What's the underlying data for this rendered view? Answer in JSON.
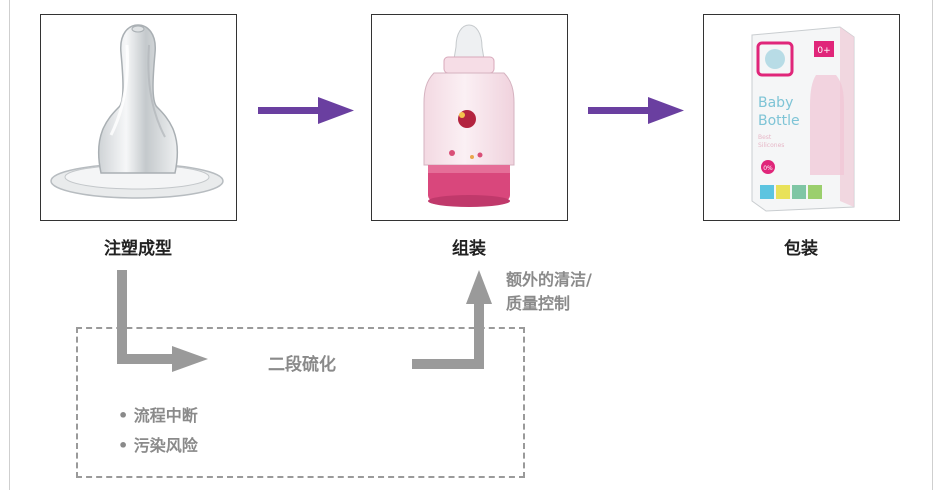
{
  "stages": [
    {
      "label": "注塑成型",
      "icon": "nipple-icon"
    },
    {
      "label": "组装",
      "icon": "baby-bottle-icon"
    },
    {
      "label": "包装",
      "icon": "boxed-bottle-icon"
    }
  ],
  "secondary_process": {
    "label": "二段硫化",
    "extra_step": "额外的清洁/\n质量控制",
    "risks": [
      "• 流程中断",
      "• 污染风险"
    ]
  },
  "package_text": {
    "title_line1": "Baby",
    "title_line2": "Bottle",
    "subtitle_line1": "Best",
    "subtitle_line2": "Silicones",
    "age_badge": "0+",
    "badge_pct": "0%"
  },
  "colors": {
    "flow_arrow": "#6a3fa0",
    "side_path": "#9a9a9a",
    "dashed_border": "#9a9a9a",
    "label_text": "#222222",
    "gray_text": "#8a8a8a"
  }
}
